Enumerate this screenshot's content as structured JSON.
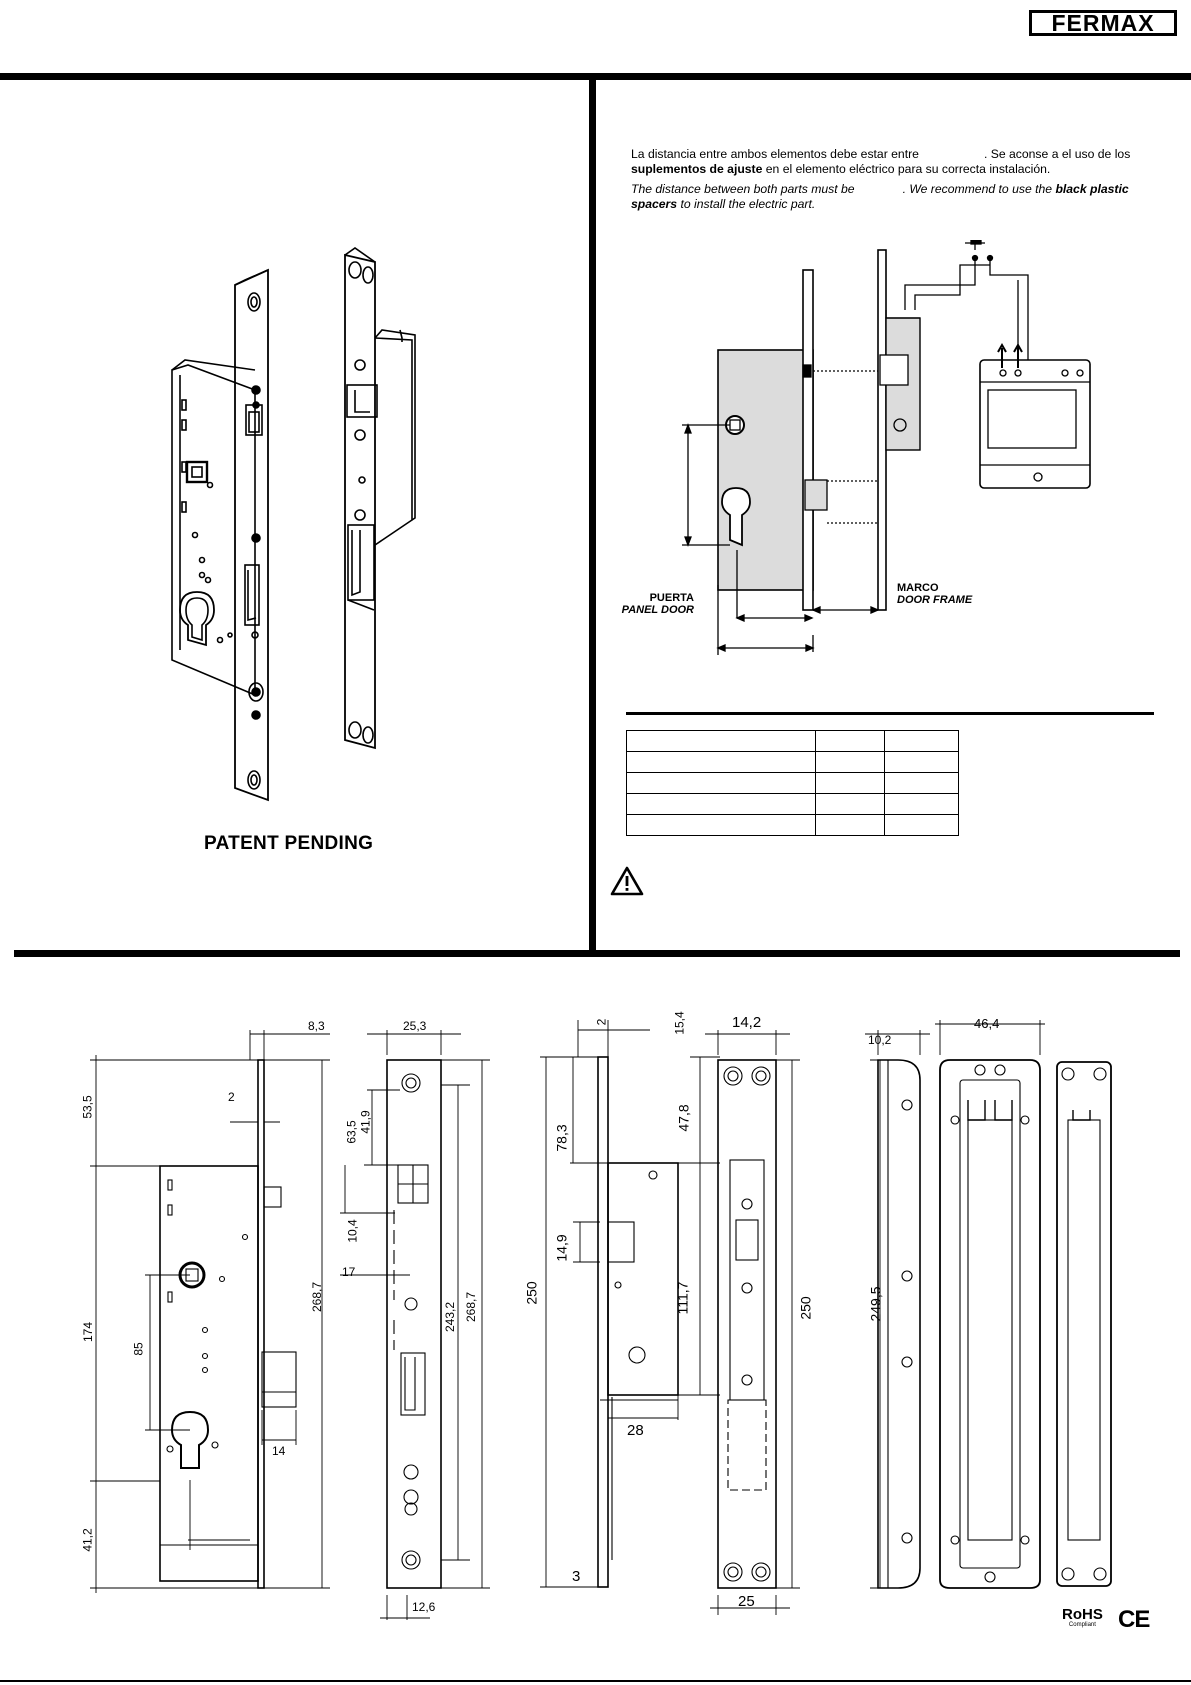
{
  "brand": {
    "logo": "FERMAX"
  },
  "left_panel": {
    "patent_notice": "PATENT PENDING"
  },
  "right_panel": {
    "es": {
      "p1": "La distancia entre ambos elementos  debe estar entre",
      "p2": ". Se aconse a el uso de los",
      "p3_bold": "suplementos de ajuste",
      "p3": " en el elemento eléctrico para su correcta instalación."
    },
    "en": {
      "p1": "The distance  between both parts must be",
      "p2": ". We recommend to use the ",
      "p2_bold": "black plastic",
      "p3_bold": "spacers",
      "p3": " to install the electric part."
    },
    "labels": {
      "puerta": "PUERTA",
      "panel_door": "PANEL DOOR",
      "marco": "MARCO",
      "door_frame": "DOOR FRAME"
    },
    "table_rows": 5,
    "warning_icon": "warning-triangle-icon"
  },
  "dimensions": {
    "d8_3": "8,3",
    "d2": "2",
    "d53_5": "53,5",
    "d174": "174",
    "d85": "85",
    "d41_2": "41,2",
    "d268_7": "268,7",
    "d14": "14",
    "d25_3": "25,3",
    "d63_5": "63,5",
    "d41_9": "41,9",
    "d10_4": "10,4",
    "d17": "17",
    "d243_2": "243,2",
    "d268_7b": "268,7",
    "d12_6": "12,6",
    "d2b": "2",
    "d15_4": "15,4",
    "d78_3": "78,3",
    "d47_8": "47,8",
    "d14_9": "14,9",
    "d250": "250",
    "d111_7": "111,7",
    "d28": "28",
    "d3": "3",
    "d14_2": "14,2",
    "d250b": "250",
    "d25": "25",
    "d10_2": "10,2",
    "d46_4": "46,4",
    "d249_5": "249,5"
  },
  "compliance": {
    "rohs": "RoHS",
    "rohs_sub": "Compliant",
    "ce": "CE"
  }
}
